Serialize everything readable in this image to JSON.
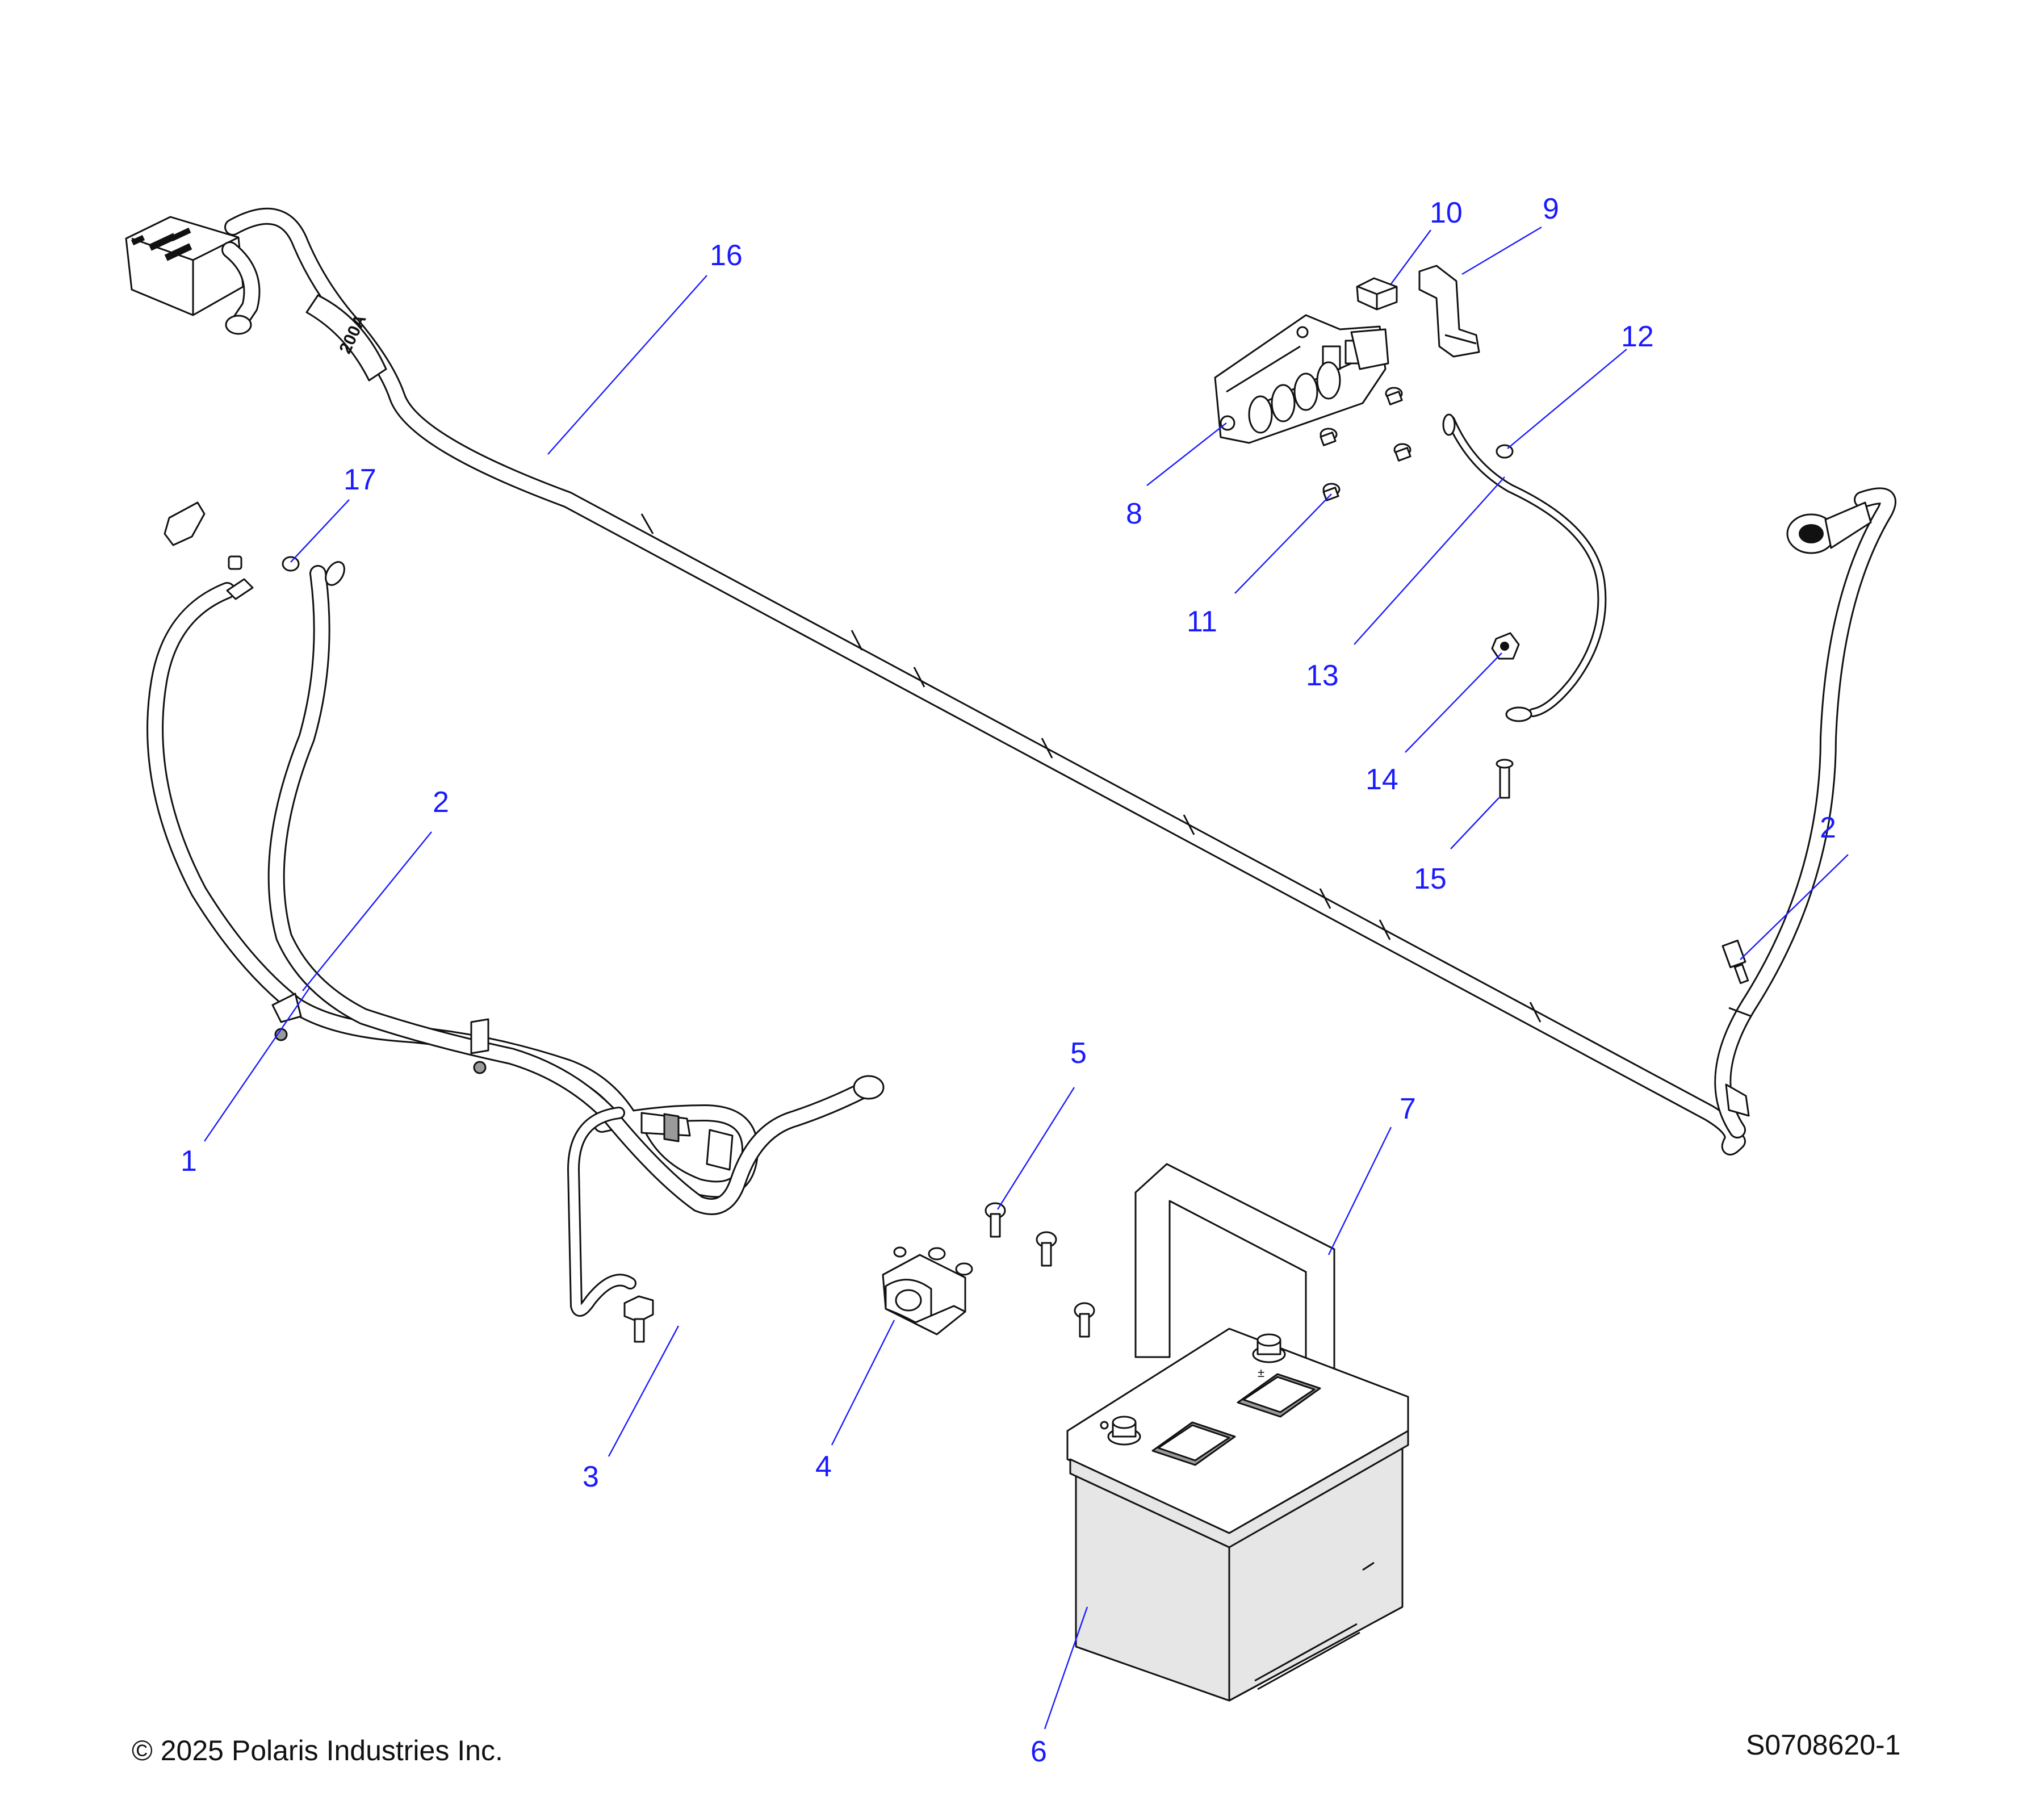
{
  "callouts": {
    "c1": "1",
    "c2a": "2",
    "c2b": "2",
    "c3": "3",
    "c4": "4",
    "c5": "5",
    "c6": "6",
    "c7": "7",
    "c8": "8",
    "c9": "9",
    "c10": "10",
    "c11": "11",
    "c12": "12",
    "c13": "13",
    "c14": "14",
    "c15": "15",
    "c16": "16",
    "c17": "17"
  },
  "fuse_marking": "200A",
  "battery_terminal_mark": "±",
  "footer": {
    "copyright": "© 2025 Polaris Industries Inc.",
    "drawing_id": "S0708620-1"
  },
  "colors": {
    "callout": "#1a1aff",
    "line_art": "#111111",
    "battery_fill": "#e6e6e6"
  }
}
